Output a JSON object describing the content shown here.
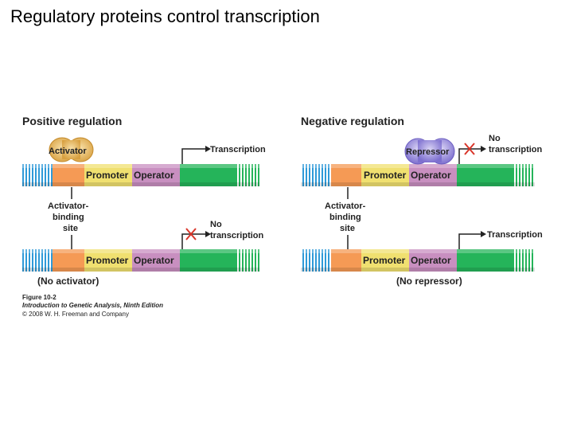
{
  "slide": {
    "title": "Regulatory proteins control transcription"
  },
  "positive": {
    "heading": "Positive regulation",
    "activator": "Activator",
    "promoter": "Promoter",
    "operator": "Operator",
    "transcription": "Transcription",
    "no": "No",
    "no_transcription": "transcription",
    "site_line1": "Activator-",
    "site_line2": "binding",
    "site_line3": "site",
    "no_activator": "(No activator)"
  },
  "negative": {
    "heading": "Negative regulation",
    "repressor": "Repressor",
    "promoter": "Promoter",
    "operator": "Operator",
    "no": "No",
    "no_transcription": "transcription",
    "transcription": "Transcription",
    "site_line1": "Activator-",
    "site_line2": "binding",
    "site_line3": "site",
    "no_repressor": "(No repressor)"
  },
  "caption": {
    "figure": "Figure 10-2",
    "book": "Introduction to Genetic Analysis, Ninth Edition",
    "copyright": "© 2008 W. H. Freeman and Company"
  },
  "colors": {
    "stripe_blue": "#2f9ad8",
    "promoter": "#f59a55",
    "operator": "#c88fc0",
    "gene": "#25b45a",
    "activator": "#e8b860",
    "repressor": "#9a8fd8",
    "cross": "#d9362a"
  }
}
